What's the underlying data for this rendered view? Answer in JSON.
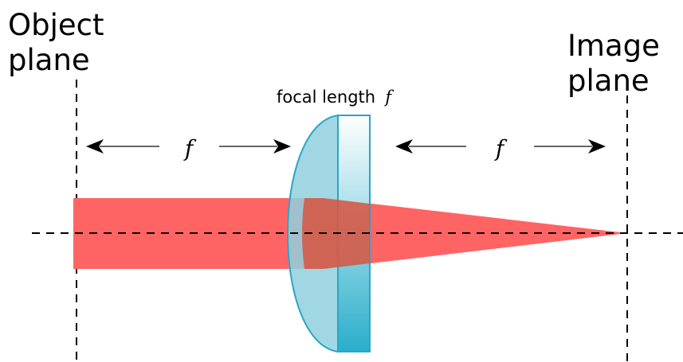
{
  "object_plane": {
    "line1": "Object",
    "line2": "plane"
  },
  "image_plane": {
    "line1": "Image",
    "line2": "plane"
  },
  "lens": {
    "caption": "focal length",
    "caption_symbol": "f"
  },
  "distances": {
    "left_label": "f",
    "right_label": "f"
  },
  "colors": {
    "beam": "#ff6464",
    "beam_overlap": "#d45a48",
    "lens_fill": "#8fd0de",
    "lens_stroke": "#2aa6c6",
    "dashed_line": "#000000"
  }
}
